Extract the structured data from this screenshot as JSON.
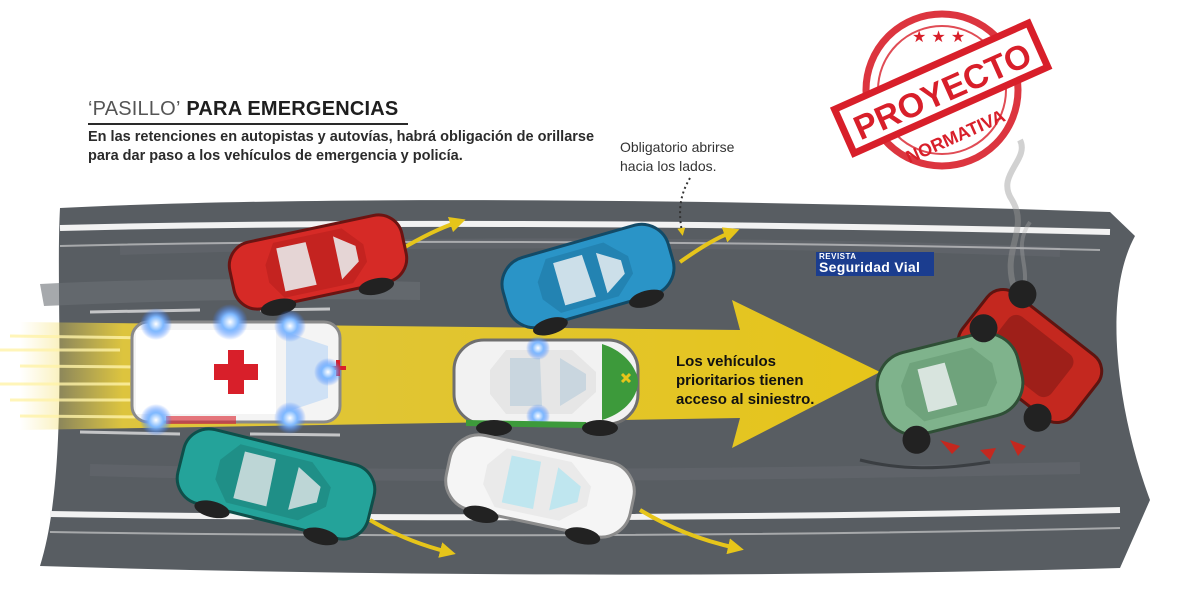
{
  "infographic": {
    "title_quote": "‘PASILLO’",
    "title_rest": " PARA EMERGENCIAS",
    "subtitle": "En las retenciones en autopistas y autovías, habrá obligación de orillarse para dar paso a los vehículos de emergencia y policía.",
    "callout_lines": [
      "Obligatorio abrirse",
      "hacia los lados."
    ],
    "priority_note": "Los vehículos prioritarios tienen acceso al siniestro.",
    "stamp": {
      "main": "PROYECTO",
      "sub": "NORMATIVA"
    },
    "logo": {
      "top": "REVISTA",
      "main_dark": "Seguridad",
      "main_light": "Vial"
    }
  },
  "colors": {
    "asphalt": "#555a5f",
    "lane_line": "#f2f2f2",
    "emergency_yellow": "#e6c51a",
    "stamp_red": "#d81f2a",
    "logo_blue": "#1b3d8f"
  }
}
